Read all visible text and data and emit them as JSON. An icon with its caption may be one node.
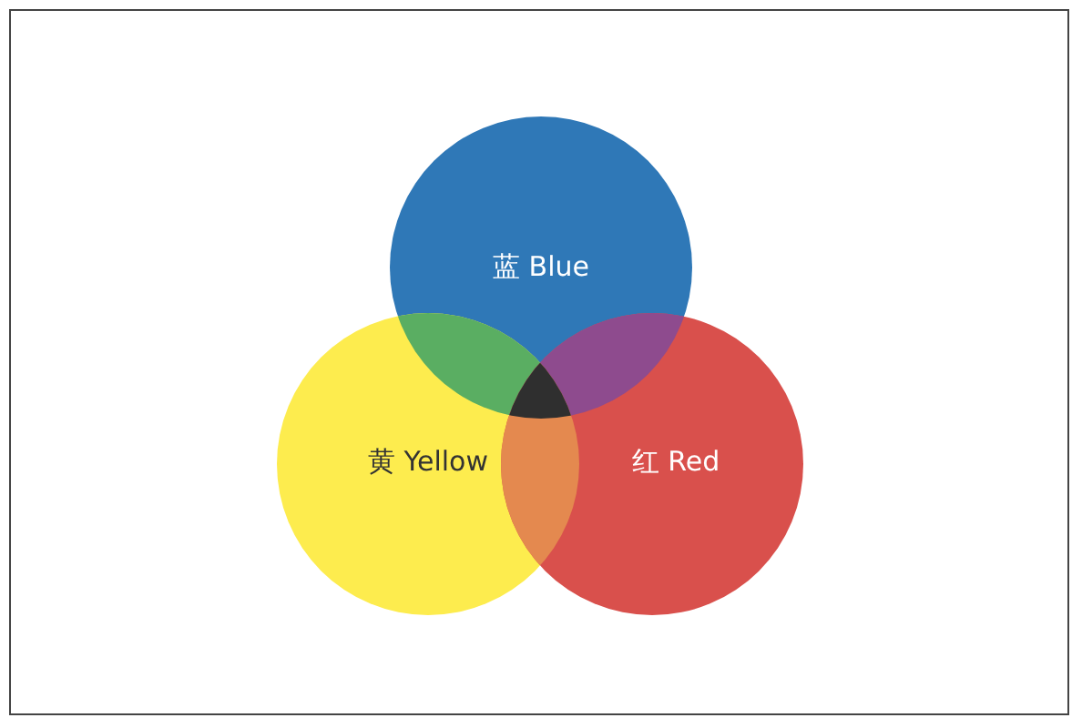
{
  "diagram": {
    "nodes": [
      {
        "text": [
          "蓝 Blue"
        ]
      },
      {
        "text": [
          "黄 Yellow"
        ]
      },
      {
        "text": [
          "红 Red"
        ]
      }
    ]
  }
}
